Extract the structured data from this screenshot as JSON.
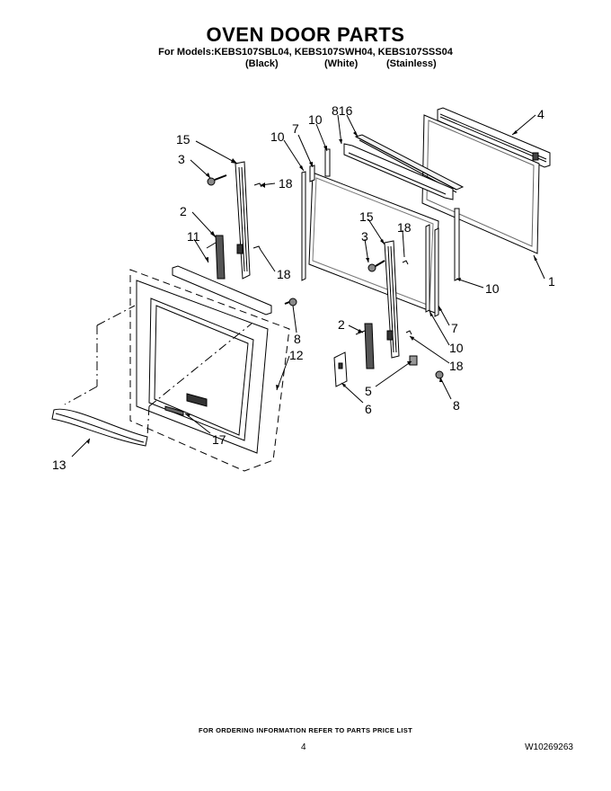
{
  "header": {
    "title": "OVEN DOOR PARTS",
    "models_line": "For Models:KEBS107SBL04, KEBS107SWH04, KEBS107SSS04",
    "variants": [
      "(Black)",
      "(White)",
      "(Stainless)"
    ]
  },
  "callouts": {
    "c15a": "15",
    "c3a": "3",
    "c18a": "18",
    "c2a": "2",
    "c11": "11",
    "c18b": "18",
    "c10a": "10",
    "c7a": "7",
    "c10b": "10",
    "c816": "816",
    "c4": "4",
    "c15b": "15",
    "c18c": "18",
    "c3b": "3",
    "c1": "1",
    "c10c": "10",
    "c7b": "7",
    "c2b": "2",
    "c10d": "10",
    "c18d": "18",
    "c5": "5",
    "c6": "6",
    "c8a": "8",
    "c8b": "8",
    "c12": "12",
    "c17": "17",
    "c13": "13"
  },
  "footer": {
    "note": "FOR ORDERING INFORMATION REFER TO PARTS PRICE LIST",
    "page": "4",
    "doc_number": "W10269263"
  }
}
